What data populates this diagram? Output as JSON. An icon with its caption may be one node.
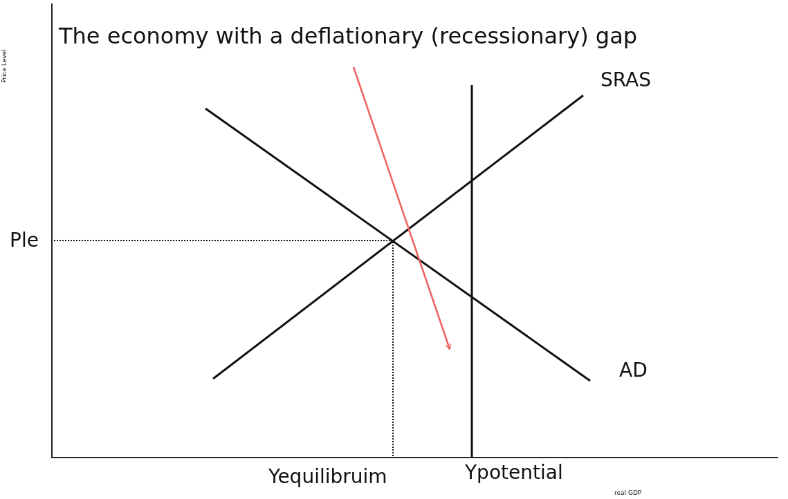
{
  "diagram": {
    "title": "The economy with a deflationary (recessionary) gap",
    "labels": [
      "Price Level",
      "SRAS",
      "Ple",
      "AD",
      "Yequilibruim",
      "Ypotential",
      "real GDP"
    ]
  }
}
